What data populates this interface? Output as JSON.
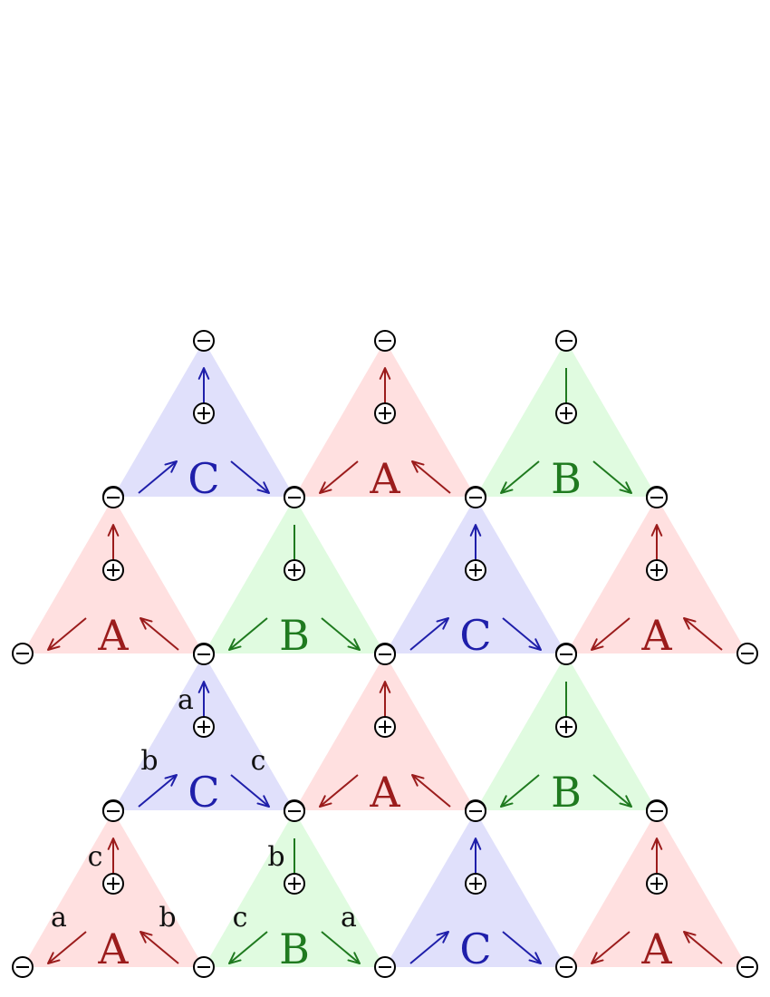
{
  "colors": {
    "A": {
      "fill": "#ffe0e0",
      "stroke": "#9b1c1c",
      "letter": "#9b1c1c"
    },
    "B": {
      "fill": "#e0fbe0",
      "stroke": "#1f7a1f",
      "letter": "#1f7a1f"
    },
    "C": {
      "fill": "#e0e0fb",
      "stroke": "#1f1faa",
      "letter": "#1f1faa"
    }
  },
  "symbols": {
    "positive": "⊕",
    "negative": "⊖"
  },
  "tiles": [
    {
      "row": 0,
      "col": 1,
      "orientation": "up",
      "type": "C",
      "label": "C",
      "arrows": "out"
    },
    {
      "row": 0,
      "col": 3,
      "orientation": "up",
      "type": "A",
      "label": "A",
      "arrows": "mixed"
    },
    {
      "row": 0,
      "col": 5,
      "orientation": "up",
      "type": "B",
      "label": "B",
      "arrows": "mixed"
    },
    {
      "row": 1,
      "col": 0,
      "orientation": "up",
      "type": "A",
      "label": "A",
      "arrows": "mixed"
    },
    {
      "row": 1,
      "col": 2,
      "orientation": "up",
      "type": "B",
      "label": "B",
      "arrows": "mixed"
    },
    {
      "row": 1,
      "col": 4,
      "orientation": "up",
      "type": "C",
      "label": "C",
      "arrows": "out"
    },
    {
      "row": 1,
      "col": 6,
      "orientation": "up",
      "type": "A",
      "label": "A",
      "arrows": "mixed"
    },
    {
      "row": 2,
      "col": 1,
      "orientation": "up",
      "type": "C",
      "label": "C",
      "arrows": "out",
      "edge_labels": {
        "top": "a",
        "left": "b",
        "right": "c"
      }
    },
    {
      "row": 2,
      "col": 3,
      "orientation": "up",
      "type": "A",
      "label": "A",
      "arrows": "mixed"
    },
    {
      "row": 2,
      "col": 5,
      "orientation": "up",
      "type": "B",
      "label": "B",
      "arrows": "mixed"
    },
    {
      "row": 3,
      "col": 0,
      "orientation": "up",
      "type": "A",
      "label": "A",
      "arrows": "mixed",
      "edge_labels": {
        "top": "c",
        "left": "a",
        "right": "b"
      }
    },
    {
      "row": 3,
      "col": 2,
      "orientation": "up",
      "type": "B",
      "label": "B",
      "arrows": "mixed",
      "edge_labels": {
        "top": "b",
        "left": "c",
        "right": "a"
      }
    },
    {
      "row": 3,
      "col": 4,
      "orientation": "up",
      "type": "C",
      "label": "C",
      "arrows": "out"
    },
    {
      "row": 3,
      "col": 6,
      "orientation": "up",
      "type": "A",
      "label": "A",
      "arrows": "mixed"
    }
  ]
}
